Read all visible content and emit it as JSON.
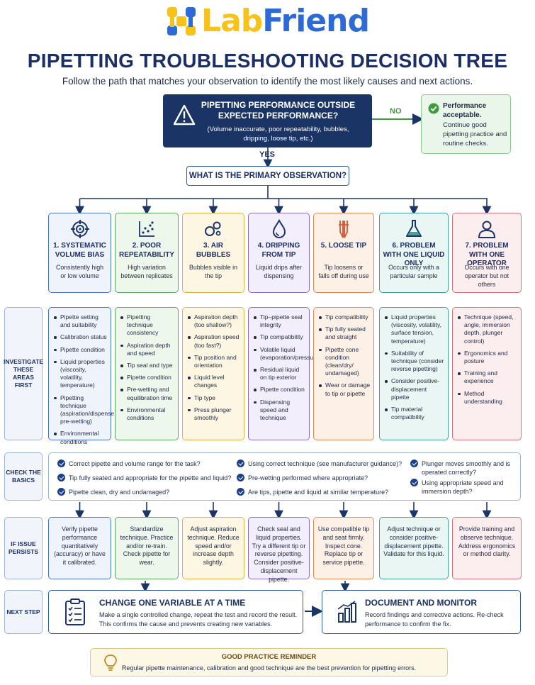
{
  "brand": {
    "part1": "Lab",
    "part2": "Friend"
  },
  "title": "PIPETTING TROUBLESHOOTING DECISION TREE",
  "subtitle": "Follow the path that matches your observation to identify the most likely causes and next actions.",
  "top_question": {
    "title": "PIPETTING PERFORMANCE OUTSIDE EXPECTED PERFORMANCE?",
    "detail": "(Volume inaccurate, poor repeatability, bubbles, dripping, loose tip, etc.)",
    "icon": "warning-icon"
  },
  "no_label": "NO",
  "yes_label": "YES",
  "ok_box": {
    "title": "Performance acceptable.",
    "detail": "Continue good pipetting practice and routine checks.",
    "icon": "check-circle-icon"
  },
  "primary_question": "WHAT IS THE PRIMARY OBSERVATION?",
  "row_labels": {
    "investigate": "INVESTIGATE THESE AREAS FIRST",
    "basics": "CHECK THE BASICS",
    "persists": "IF ISSUE PERSISTS",
    "next": "NEXT STEP"
  },
  "categories": [
    {
      "title": "1. SYSTEMATIC VOLUME BIAS",
      "desc": "Consistently high or low volume",
      "icon": "target-icon",
      "color": "#4a74c9",
      "bg": "#eef3fc",
      "investigate": [
        "Pipette setting and suitability",
        "Calibration status",
        "Pipette condition",
        "Liquid properties (viscosity, volatility, temperature)",
        "Pipetting technique (aspiration/dispense, pre-wetting)",
        "Environmental conditions"
      ],
      "persists": "Verify pipette performance quantitatively (accuracy) or have it calibrated."
    },
    {
      "title": "2. POOR REPEATABILITY",
      "desc": "High variation between replicates",
      "icon": "scatter-icon",
      "color": "#5aa85a",
      "bg": "#eef7ec",
      "investigate": [
        "Pipetting technique consistency",
        "Aspiration depth and speed",
        "Tip seal and type",
        "Pipette condition",
        "Pre-wetting and equilibration time",
        "Environmental conditions"
      ],
      "persists": "Standardize technique. Practice and/or re-train. Check pipette for wear."
    },
    {
      "title": "3. AIR BUBBLES",
      "desc": "Bubbles visible in the tip",
      "icon": "bubbles-icon",
      "color": "#e3b341",
      "bg": "#fdf6e3",
      "investigate": [
        "Aspiration depth (too shallow?)",
        "Aspiration speed (too fast?)",
        "Tip position and orientation",
        "Liquid level changes",
        "Tip type",
        "Press plunger smoothly"
      ],
      "persists": "Adjust aspiration technique. Reduce speed and/or increase depth slightly."
    },
    {
      "title": "4. DRIPPING FROM TIP",
      "desc": "Liquid drips after dispensing",
      "icon": "droplet-icon",
      "color": "#8a6fc4",
      "bg": "#f3eefb",
      "investigate": [
        "Tip–pipette seal integrity",
        "Tip compatibility",
        "Volatile liquid (evaporation/pressure)",
        "Residual liquid on tip exterior",
        "Pipette condition",
        "Dispensing speed and technique"
      ],
      "persists": "Check seal and liquid properties. Try a different tip or reverse pipetting. Consider positive-displacement pipette."
    },
    {
      "title": "5. LOOSE TIP",
      "desc": "Tip loosens or falls off during use",
      "icon": "tip-icon",
      "color": "#e58a52",
      "bg": "#fdf0e6",
      "investigate": [
        "Tip compatibility",
        "Tip fully seated and straight",
        "Pipette cone condition (clean/dry/ undamaged)",
        "Wear or damage to tip or pipette"
      ],
      "persists": "Use compatible tip and seat firmly. Inspect cone. Replace tip or service pipette."
    },
    {
      "title": "6. PROBLEM WITH ONE LIQUID ONLY",
      "desc": "Occurs only with a particular sample",
      "icon": "flask-icon",
      "color": "#3fa59a",
      "bg": "#e9f6f3",
      "investigate": [
        "Liquid properties (viscosity, volatility, surface tension, temperature)",
        "Suitability of technique (consider reverse pipetting)",
        "Consider positive-displacement pipette",
        "Tip material compatibility"
      ],
      "persists": "Adjust technique or consider positive-displacement pipette. Validate for this liquid."
    },
    {
      "title": "7. PROBLEM WITH ONE OPERATOR",
      "desc": "Occurs with one operator but not others",
      "icon": "person-icon",
      "color": "#d9707a",
      "bg": "#fcedee",
      "investigate": [
        "Technique (speed, angle, immersion depth, plunger control)",
        "Ergonomics and posture",
        "Training and experience",
        "Method understanding"
      ],
      "persists": "Provide training and observe technique. Address ergonomics or method clarity."
    }
  ],
  "basics": [
    "Correct pipette and volume range for the task?",
    "Tip fully seated and appropriate for the pipette and liquid?",
    "Pipette clean, dry and undamaged?",
    "Using correct technique (see manufacturer guidance)?",
    "Pre-wetting performed where appropriate?",
    "Are tips, pipette and liquid at similar temperature?",
    "Plunger moves smoothly and is operated correctly?",
    "Using appropriate speed and immersion depth?"
  ],
  "next_steps": [
    {
      "title": "CHANGE ONE VARIABLE AT A TIME",
      "desc": "Make a single controlled change, repeat the test and record the result. This confirms the cause and prevents creating new variables.",
      "icon": "clipboard-icon"
    },
    {
      "title": "DOCUMENT AND MONITOR",
      "desc": "Record findings and corrective actions. Re-check performance to confirm the fix.",
      "icon": "bar-chart-icon"
    }
  ],
  "reminder": {
    "title": "GOOD PRACTICE REMINDER",
    "desc": "Regular pipette maintenance, calibration and good technique are the best prevention for pipetting errors.",
    "icon": "lightbulb-icon"
  }
}
